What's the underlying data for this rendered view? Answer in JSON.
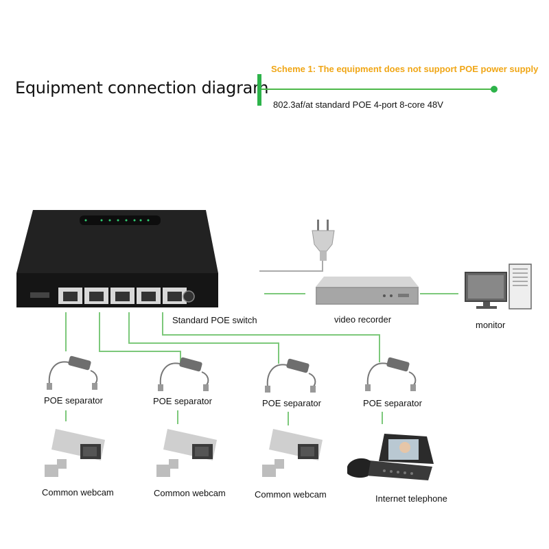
{
  "header": {
    "title": "Equipment connection diagram",
    "scheme": "Scheme 1: The equipment does not support POE power supply",
    "standard": "802.3af/at standard POE 4-port 8-core 48V"
  },
  "labels": {
    "switch": "Standard POE switch",
    "recorder": "video recorder",
    "monitor": "monitor",
    "separator1": "POE separator",
    "separator2": "POE separator",
    "separator3": "POE separator",
    "separator4": "POE separator",
    "webcam1": "Common webcam",
    "webcam2": "Common webcam",
    "webcam3": "Common webcam",
    "telephone": "Internet telephone"
  },
  "colors": {
    "accent_green": "#2db34a",
    "orange": "#f0a616",
    "line_green": "#7cc87a"
  }
}
